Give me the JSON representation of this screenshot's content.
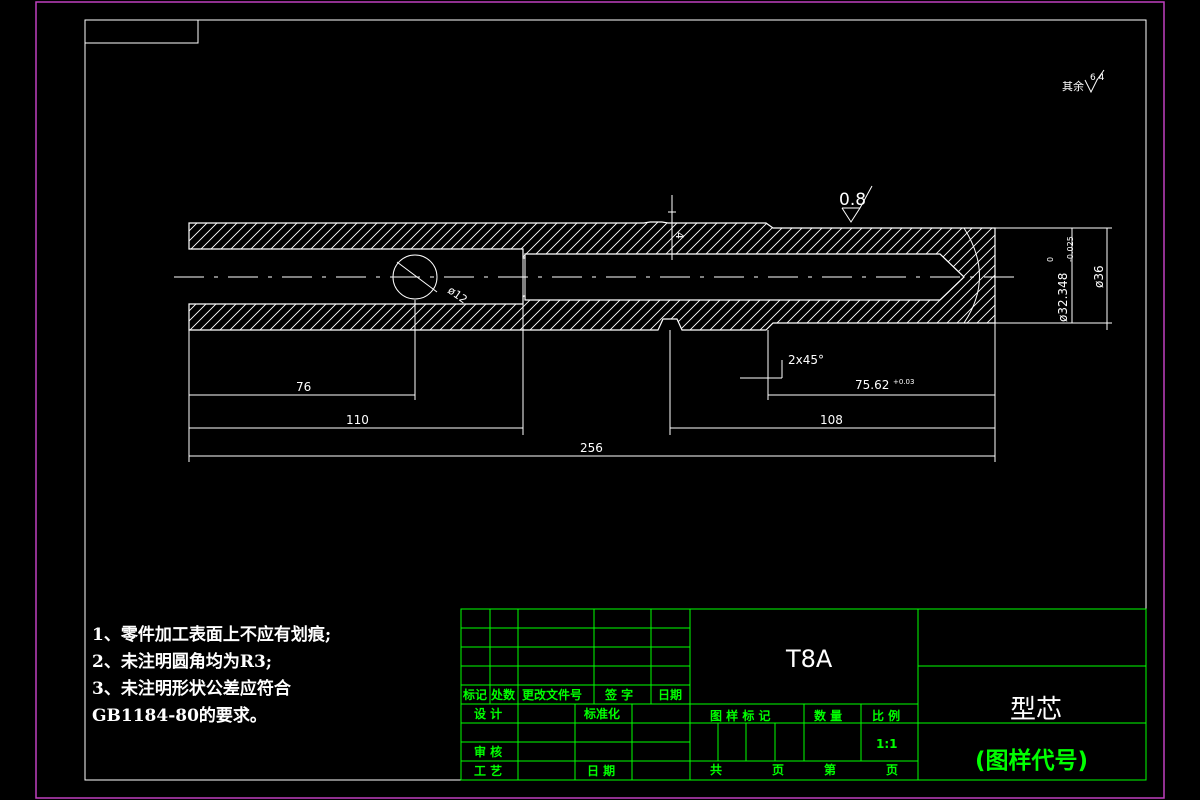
{
  "surface_other": "其余",
  "surface_other_value": "6.4",
  "surface_main_value": "0.8",
  "dimensions": {
    "hole_dia": "ø12",
    "bore_dia_main": "ø32.348",
    "bore_dia_upper": "0",
    "bore_dia_lower": "-0.025",
    "outer_dia": "ø36",
    "groove_depth": "4",
    "len_76": "76",
    "len_110": "110",
    "len_256": "256",
    "len_108": "108",
    "len_75": "75.62",
    "len_75_tol": "+0.03",
    "chamfer": "2x45°"
  },
  "notes": [
    "1、零件加工表面上不应有划痕;",
    "2、未注明圆角均为R3;",
    "3、未注明形状公差应符合",
    "GB1184-80的要求。"
  ],
  "title_block": {
    "material": "T8A",
    "part_name": "型芯",
    "drawing_code": "(图样代号)",
    "h_mark": "标记",
    "h_count": "处数",
    "h_doc": "更改文件号",
    "h_sign": "签 字",
    "h_date": "日期",
    "design": "设 计",
    "standard": "标准化",
    "review": "审 核",
    "process": "工 艺",
    "date": "日 期",
    "drawing_mark": "图 样 标 记",
    "quantity": "数 量",
    "ratio_label": "比 例",
    "ratio": "1:1",
    "total": "共",
    "page1": "页",
    "sheet": "第",
    "page2": "页"
  }
}
